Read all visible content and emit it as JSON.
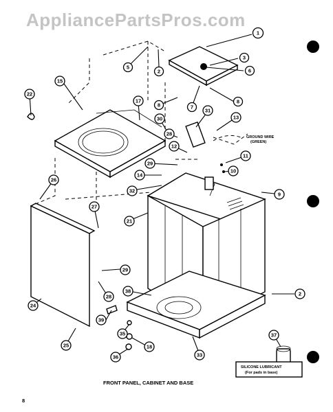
{
  "watermark": "AppliancePartsPros.com",
  "diagram": {
    "caption": "FRONT PANEL, CABINET AND BASE",
    "page_number": "8",
    "ground_wire_label": "GROUND WIRE",
    "ground_wire_sub": "(GREEN)",
    "lubricant_label": "SILICONE LUBRICANT",
    "lubricant_sub": "(For pads in base)"
  },
  "callouts": [
    "1",
    "2",
    "3",
    "5",
    "6",
    "7",
    "8",
    "9",
    "10",
    "11",
    "12",
    "13",
    "14",
    "15",
    "17",
    "18",
    "21",
    "22",
    "24",
    "25",
    "26",
    "27",
    "28",
    "29",
    "30",
    "31",
    "32",
    "33",
    "35",
    "36",
    "37",
    "38",
    "39"
  ],
  "colors": {
    "ink": "#000000",
    "watermark": "#c4c4c4",
    "background": "#ffffff"
  }
}
